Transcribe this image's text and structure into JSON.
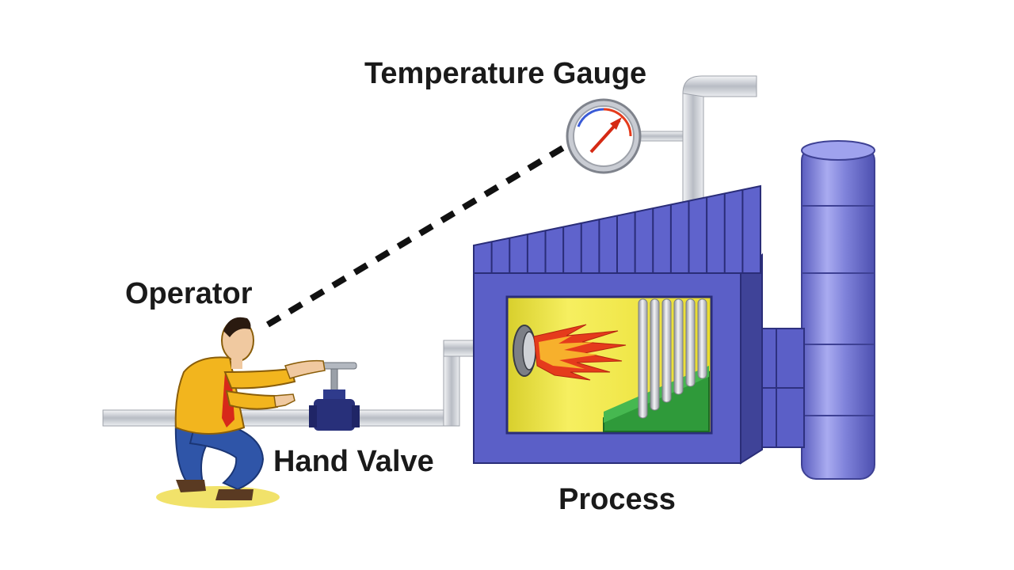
{
  "labels": {
    "temperature_gauge": "Temperature Gauge",
    "operator": "Operator",
    "hand_valve": "Hand Valve",
    "process": "Process"
  },
  "colors": {
    "furnace": "#5b5fc7",
    "furnace_dark": "#3f4398",
    "pipe": "#c9ccd3",
    "stack": "#7d80d8",
    "flame_red": "#e53b1c",
    "flame_orange": "#f49a1c",
    "chamber_yellow": "#f3e94a",
    "grate_green": "#2f9a3a",
    "shirt": "#f2b51e",
    "pants": "#2f55a8",
    "dashed_line": "#111111"
  }
}
